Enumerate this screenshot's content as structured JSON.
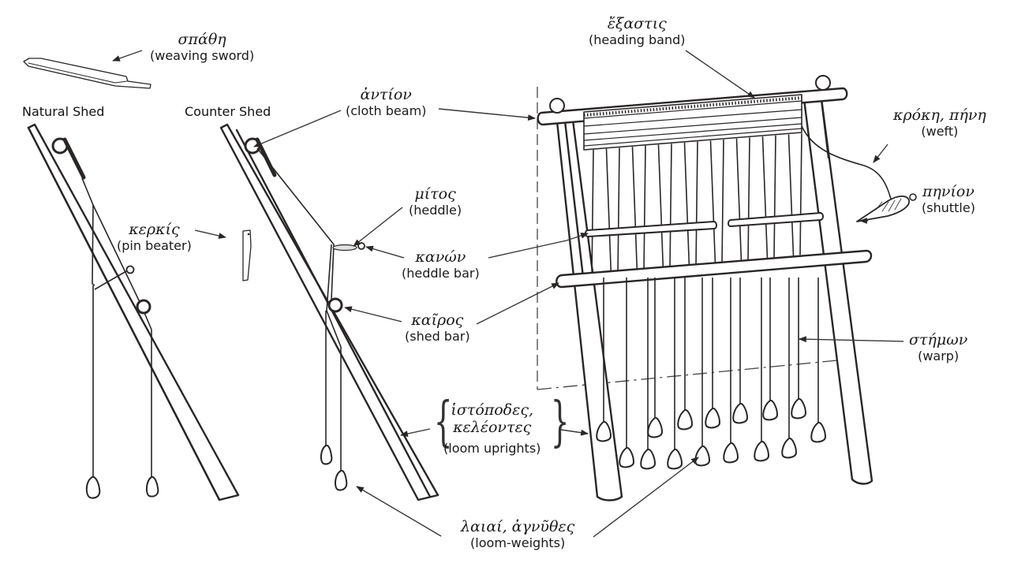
{
  "diagram": {
    "panel_titles": {
      "natural_shed": "Natural Shed",
      "counter_shed": "Counter Shed"
    },
    "labels": {
      "weaving_sword": {
        "greek": "σπάθη",
        "english": "(weaving sword)"
      },
      "pin_beater": {
        "greek": "κερκίς",
        "english": "(pin beater)"
      },
      "cloth_beam": {
        "greek": "ἀντίον",
        "english": "(cloth beam)"
      },
      "heddle": {
        "greek": "μίτος",
        "english": "(heddle)"
      },
      "heddle_bar": {
        "greek": "κανών",
        "english": "(heddle bar)"
      },
      "shed_bar": {
        "greek": "καῖρος",
        "english": "(shed bar)"
      },
      "heading_band": {
        "greek": "ἔξαστις",
        "english": "(heading band)"
      },
      "weft": {
        "greek": "κρόκη, πήνη",
        "english": "(weft)"
      },
      "shuttle": {
        "greek": "πηνίον",
        "english": "(shuttle)"
      },
      "warp": {
        "greek": "στήμων",
        "english": "(warp)"
      },
      "loom_uprights": {
        "greek_line1": "ἱστόποδες,",
        "greek_line2": "κελέοντες",
        "english": "(loom uprights)"
      },
      "loom_weights": {
        "greek": "λαιαί, ἀγνῦθες",
        "english": "(loom-weights)"
      }
    }
  }
}
